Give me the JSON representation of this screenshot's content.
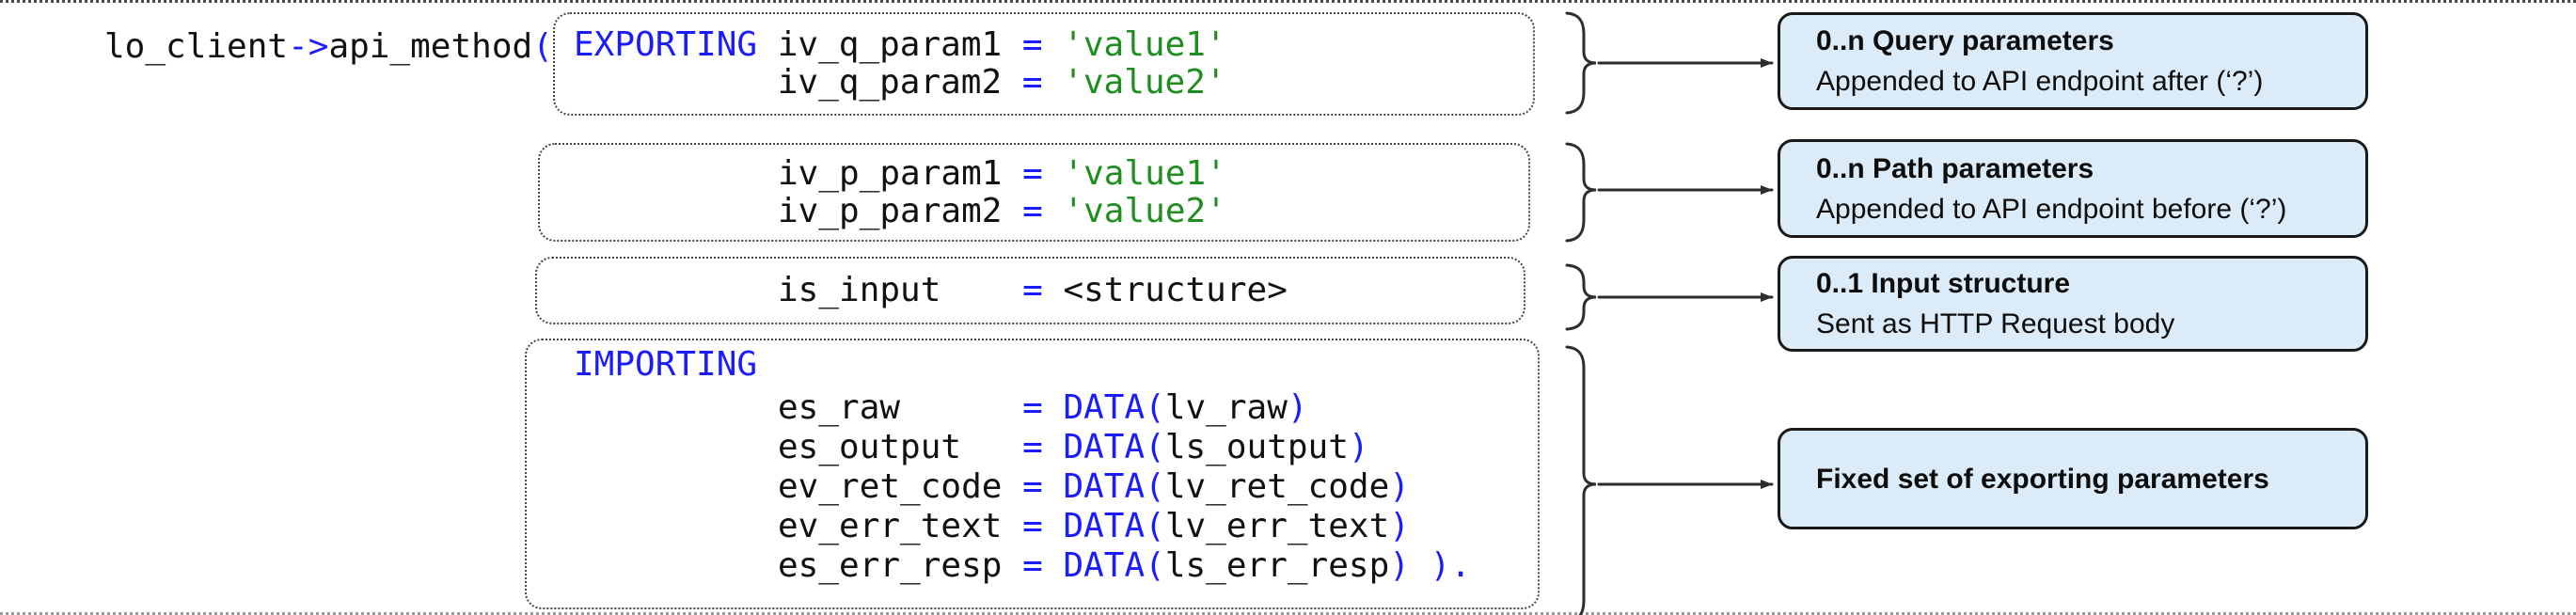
{
  "colors": {
    "keyword_blue": "#1b1bff",
    "string_green": "#1e8e1e",
    "code_black": "#111111",
    "callout_fill": "#dbecf8",
    "callout_border": "#1a1a1a",
    "connector": "#2e2e2e"
  },
  "code": {
    "invocation": {
      "object": "lo_client",
      "arrow": "->",
      "method": "api_method",
      "paren": "("
    },
    "box_query": {
      "l1": {
        "s1": "EXPORTING ",
        "s2": "iv_q_param1 ",
        "s3": "= ",
        "s4": "'value1'"
      },
      "l2": {
        "s1": "          iv_q_param2 ",
        "s2": "= ",
        "s3": "'value2'"
      }
    },
    "box_path": {
      "l1": {
        "s1": "iv_p_param1 ",
        "s2": "= ",
        "s3": "'value1'"
      },
      "l2": {
        "s1": "iv_p_param2 ",
        "s2": "= ",
        "s3": "'value2'"
      }
    },
    "box_input": {
      "l1": {
        "s1": "is_input    ",
        "s2": "= ",
        "s3": "<structure>"
      }
    },
    "box_importing": {
      "kw": "IMPORTING",
      "l1": {
        "s1": "es_raw      ",
        "s2": "= ",
        "s3": "DATA(",
        "s4": "lv_raw",
        "s5": ")"
      },
      "l2": {
        "s1": "es_output   ",
        "s2": "= ",
        "s3": "DATA(",
        "s4": "ls_output",
        "s5": ")"
      },
      "l3": {
        "s1": "ev_ret_code ",
        "s2": "= ",
        "s3": "DATA(",
        "s4": "lv_ret_code",
        "s5": ")"
      },
      "l4": {
        "s1": "ev_err_text ",
        "s2": "= ",
        "s3": "DATA(",
        "s4": "lv_err_text",
        "s5": ")"
      },
      "l5": {
        "s1": "es_err_resp ",
        "s2": "= ",
        "s3": "DATA(",
        "s4": "ls_err_resp",
        "s5": ") )."
      }
    }
  },
  "callouts": {
    "query": {
      "title": "0..n Query parameters",
      "subtitle": "Appended to API endpoint after (‘?’)"
    },
    "path": {
      "title": "0..n Path parameters",
      "subtitle": "Appended to API endpoint before (‘?’)"
    },
    "input": {
      "title": "0..1 Input structure",
      "subtitle": "Sent as HTTP Request body"
    },
    "exporting": {
      "title": "Fixed set of exporting parameters",
      "subtitle": ""
    }
  }
}
